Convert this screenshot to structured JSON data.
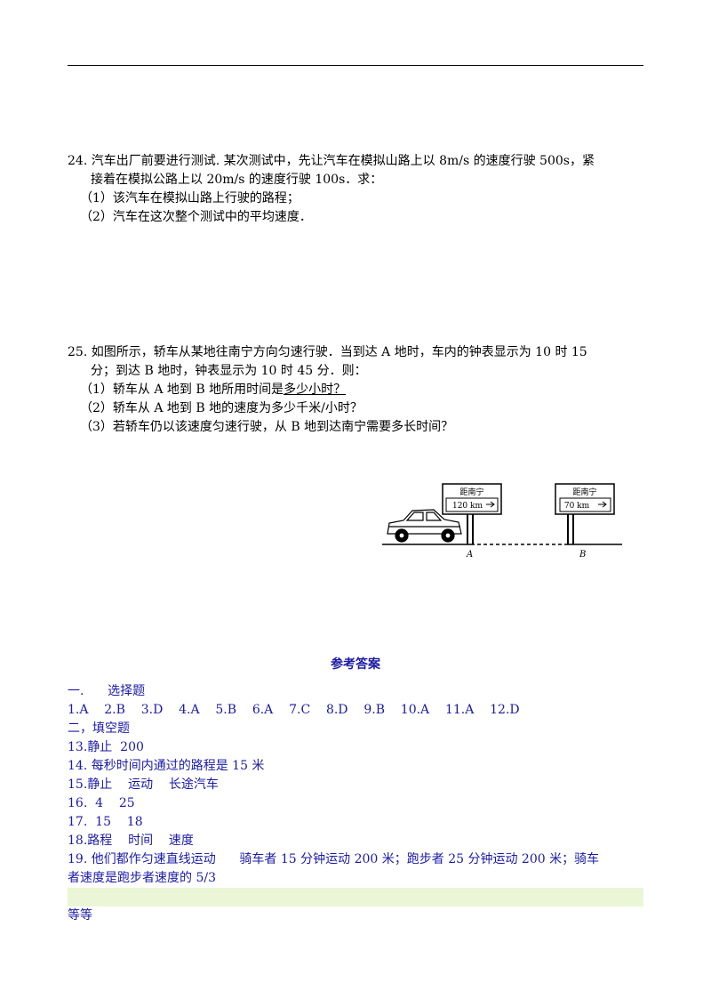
{
  "q24": {
    "line1": "24. 汽车出厂前要进行测试. 某次测试中，先让汽车在模拟山路上以 8m/s 的速度行驶 500s，紧",
    "line2": "接着在模拟公路上以 20m/s 的速度行驶 100s．求：",
    "item1": "（1）该汽车在模拟山路上行驶的路程；",
    "item2": "（2）汽车在这次整个测试中的平均速度．"
  },
  "q25": {
    "line1": "25.  如图所示，轿车从某地往南宁方向匀速行驶．当到达 A 地时，车内的钟表显示为 10 时 15",
    "line2": "分；到达 B 地时，钟表显示为 10 时 45 分．则：",
    "item1_a": "（1）轿车从 A 地到 B 地所用时间是",
    "item1_b": "多少小时？",
    "item2": "（2）轿车从 A 地到 B 地的速度为多少千米/小时？",
    "item3": "（3）若轿车仍以该速度匀速行驶，从 B 地到达南宁需要多长时间？"
  },
  "figure": {
    "sign_a_title": "距南宁",
    "sign_a_value": "120 km",
    "sign_b_title": "距南宁",
    "sign_b_value": "70 km",
    "label_a": "A",
    "label_b": "B"
  },
  "answers": {
    "title": "参考答案",
    "lines": [
      "一.      选择题",
      "1.A    2.B    3.D    4.A    5.B    6.A    7.C    8.D    9.B    10.A    11.A    12.D",
      "二，填空题",
      "13.静止  200",
      "14. 每秒时间内通过的路程是 15 米",
      "15.静止    运动    长途汽车",
      "16.  4    25",
      "17.  15    18",
      "18.路程    时间    速度"
    ],
    "line19a": "19. 他们都作匀速直线运动      骑车者 15 分钟运动 200 米；跑步者 25 分钟运动 200 米；骑车",
    "line19b": "者速度是跑步者速度的 5/3",
    "last": "等等"
  }
}
